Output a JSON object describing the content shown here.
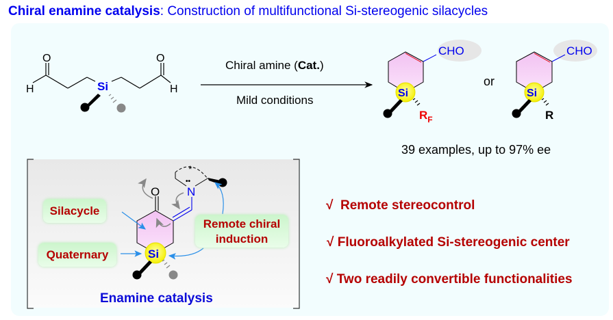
{
  "header": {
    "title_bold": "Chiral enamine catalysis",
    "title_rest": ": Construction of multifunctional Si-stereogenic silacycles"
  },
  "reaction": {
    "substrate": {
      "atoms": {
        "oxygen": "O",
        "hydrogen": "H",
        "silicon": "Si"
      }
    },
    "conditions": {
      "reagent_prefix": "Chiral amine (",
      "reagent_bold": "Cat.",
      "reagent_suffix": ")",
      "condition": "Mild conditions"
    },
    "products": [
      {
        "aldehyde": "CHO",
        "silicon": "Si",
        "substituent": "R",
        "substituent_subscript": "F",
        "substituent_color": "#ee0000"
      },
      {
        "aldehyde": "CHO",
        "silicon": "Si",
        "substituent": "R",
        "substituent_subscript": "",
        "substituent_color": "#000000"
      }
    ],
    "or_label": "or",
    "summary": "39 examples, up to 97% ee"
  },
  "mechanism": {
    "title": "Enamine catalysis",
    "labels": {
      "silacycle": "Silacycle",
      "quaternary": "Quaternary",
      "remote_line1": "Remote chiral",
      "remote_line2": "induction"
    },
    "atoms": {
      "oxygen": "O",
      "nitrogen": "N",
      "silicon": "Si",
      "star": "*",
      "lone_pair": "••"
    }
  },
  "features": [
    {
      "check": "√",
      "text": "Remote stereocontrol"
    },
    {
      "check": "√",
      "text": "Fluoroalkylated Si-stereogenic center"
    },
    {
      "check": "√",
      "text": "Two readily convertible functionalities"
    }
  ],
  "colors": {
    "title_blue": "#0000ee",
    "feature_red": "#b50000",
    "panel_bg": "#f2fdfe",
    "si_yellow": "#ffff33",
    "ring_pink": "#f6c8f6",
    "arrow_blue": "#2a8fe8",
    "label_green": "#ccf5cc"
  }
}
